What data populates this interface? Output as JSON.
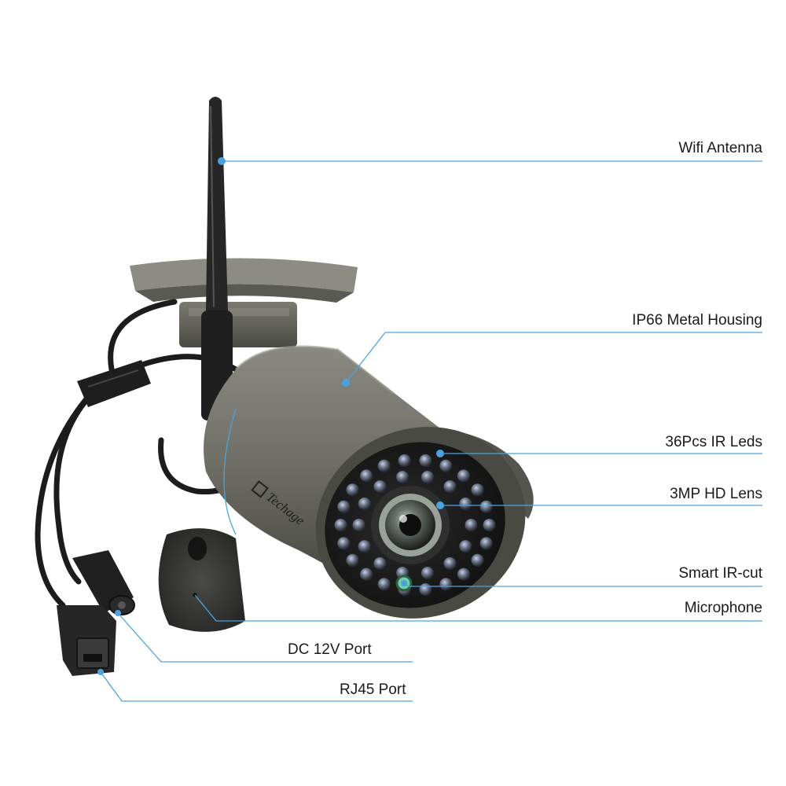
{
  "callouts": {
    "wifi_antenna": "Wifi Antenna",
    "metal_housing": "IP66 Metal Housing",
    "ir_leds": "36Pcs IR Leds",
    "hd_lens": "3MP HD Lens",
    "smart_ir_cut": "Smart IR-cut",
    "microphone": "Microphone",
    "dc_port": "DC 12V Port",
    "rj45_port": "RJ45 Port"
  },
  "product": {
    "brand_logo": "Techage"
  },
  "colors": {
    "leader_line": "#4aa3e0",
    "housing": "#6b6b63",
    "housing_dark": "#3b3b36",
    "cable": "#1c1c1c",
    "label_text": "#1a1a1a"
  }
}
